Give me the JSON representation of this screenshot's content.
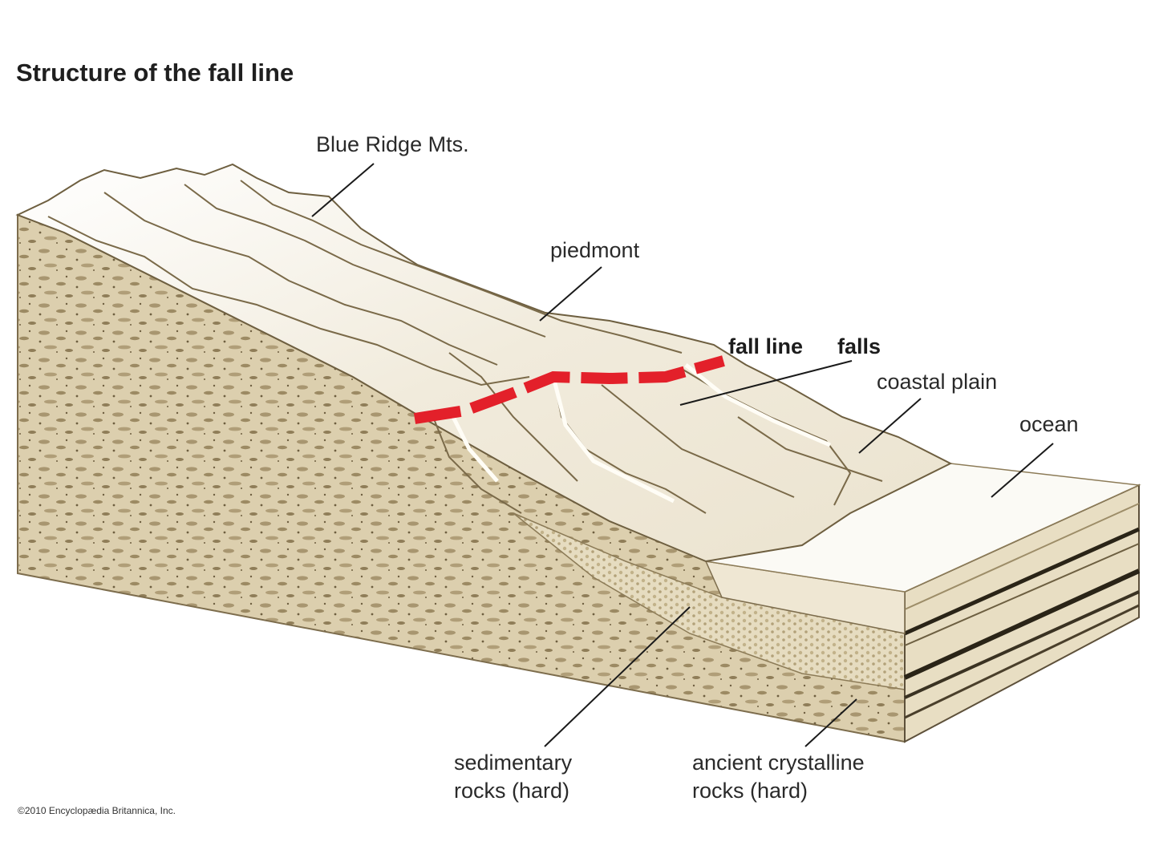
{
  "title": "Structure of the fall line",
  "labels": {
    "blue_ridge": "Blue Ridge Mts.",
    "piedmont": "piedmont",
    "fall_line": "fall line",
    "falls": "falls",
    "coastal_plain": "coastal plain",
    "ocean": "ocean",
    "sedimentary_1": "sedimentary",
    "sedimentary_2": "rocks (hard)",
    "crystalline_1": "ancient crystalline",
    "crystalline_2": "rocks (hard)"
  },
  "copyright": "©2010 Encyclopædia Britannica, Inc.",
  "colors": {
    "fall_line": "#e3202a",
    "rock": "#d9ccab",
    "surface": "#f3ede0",
    "ocean": "#fbfaf5",
    "strata_dark": "#2a2417"
  }
}
